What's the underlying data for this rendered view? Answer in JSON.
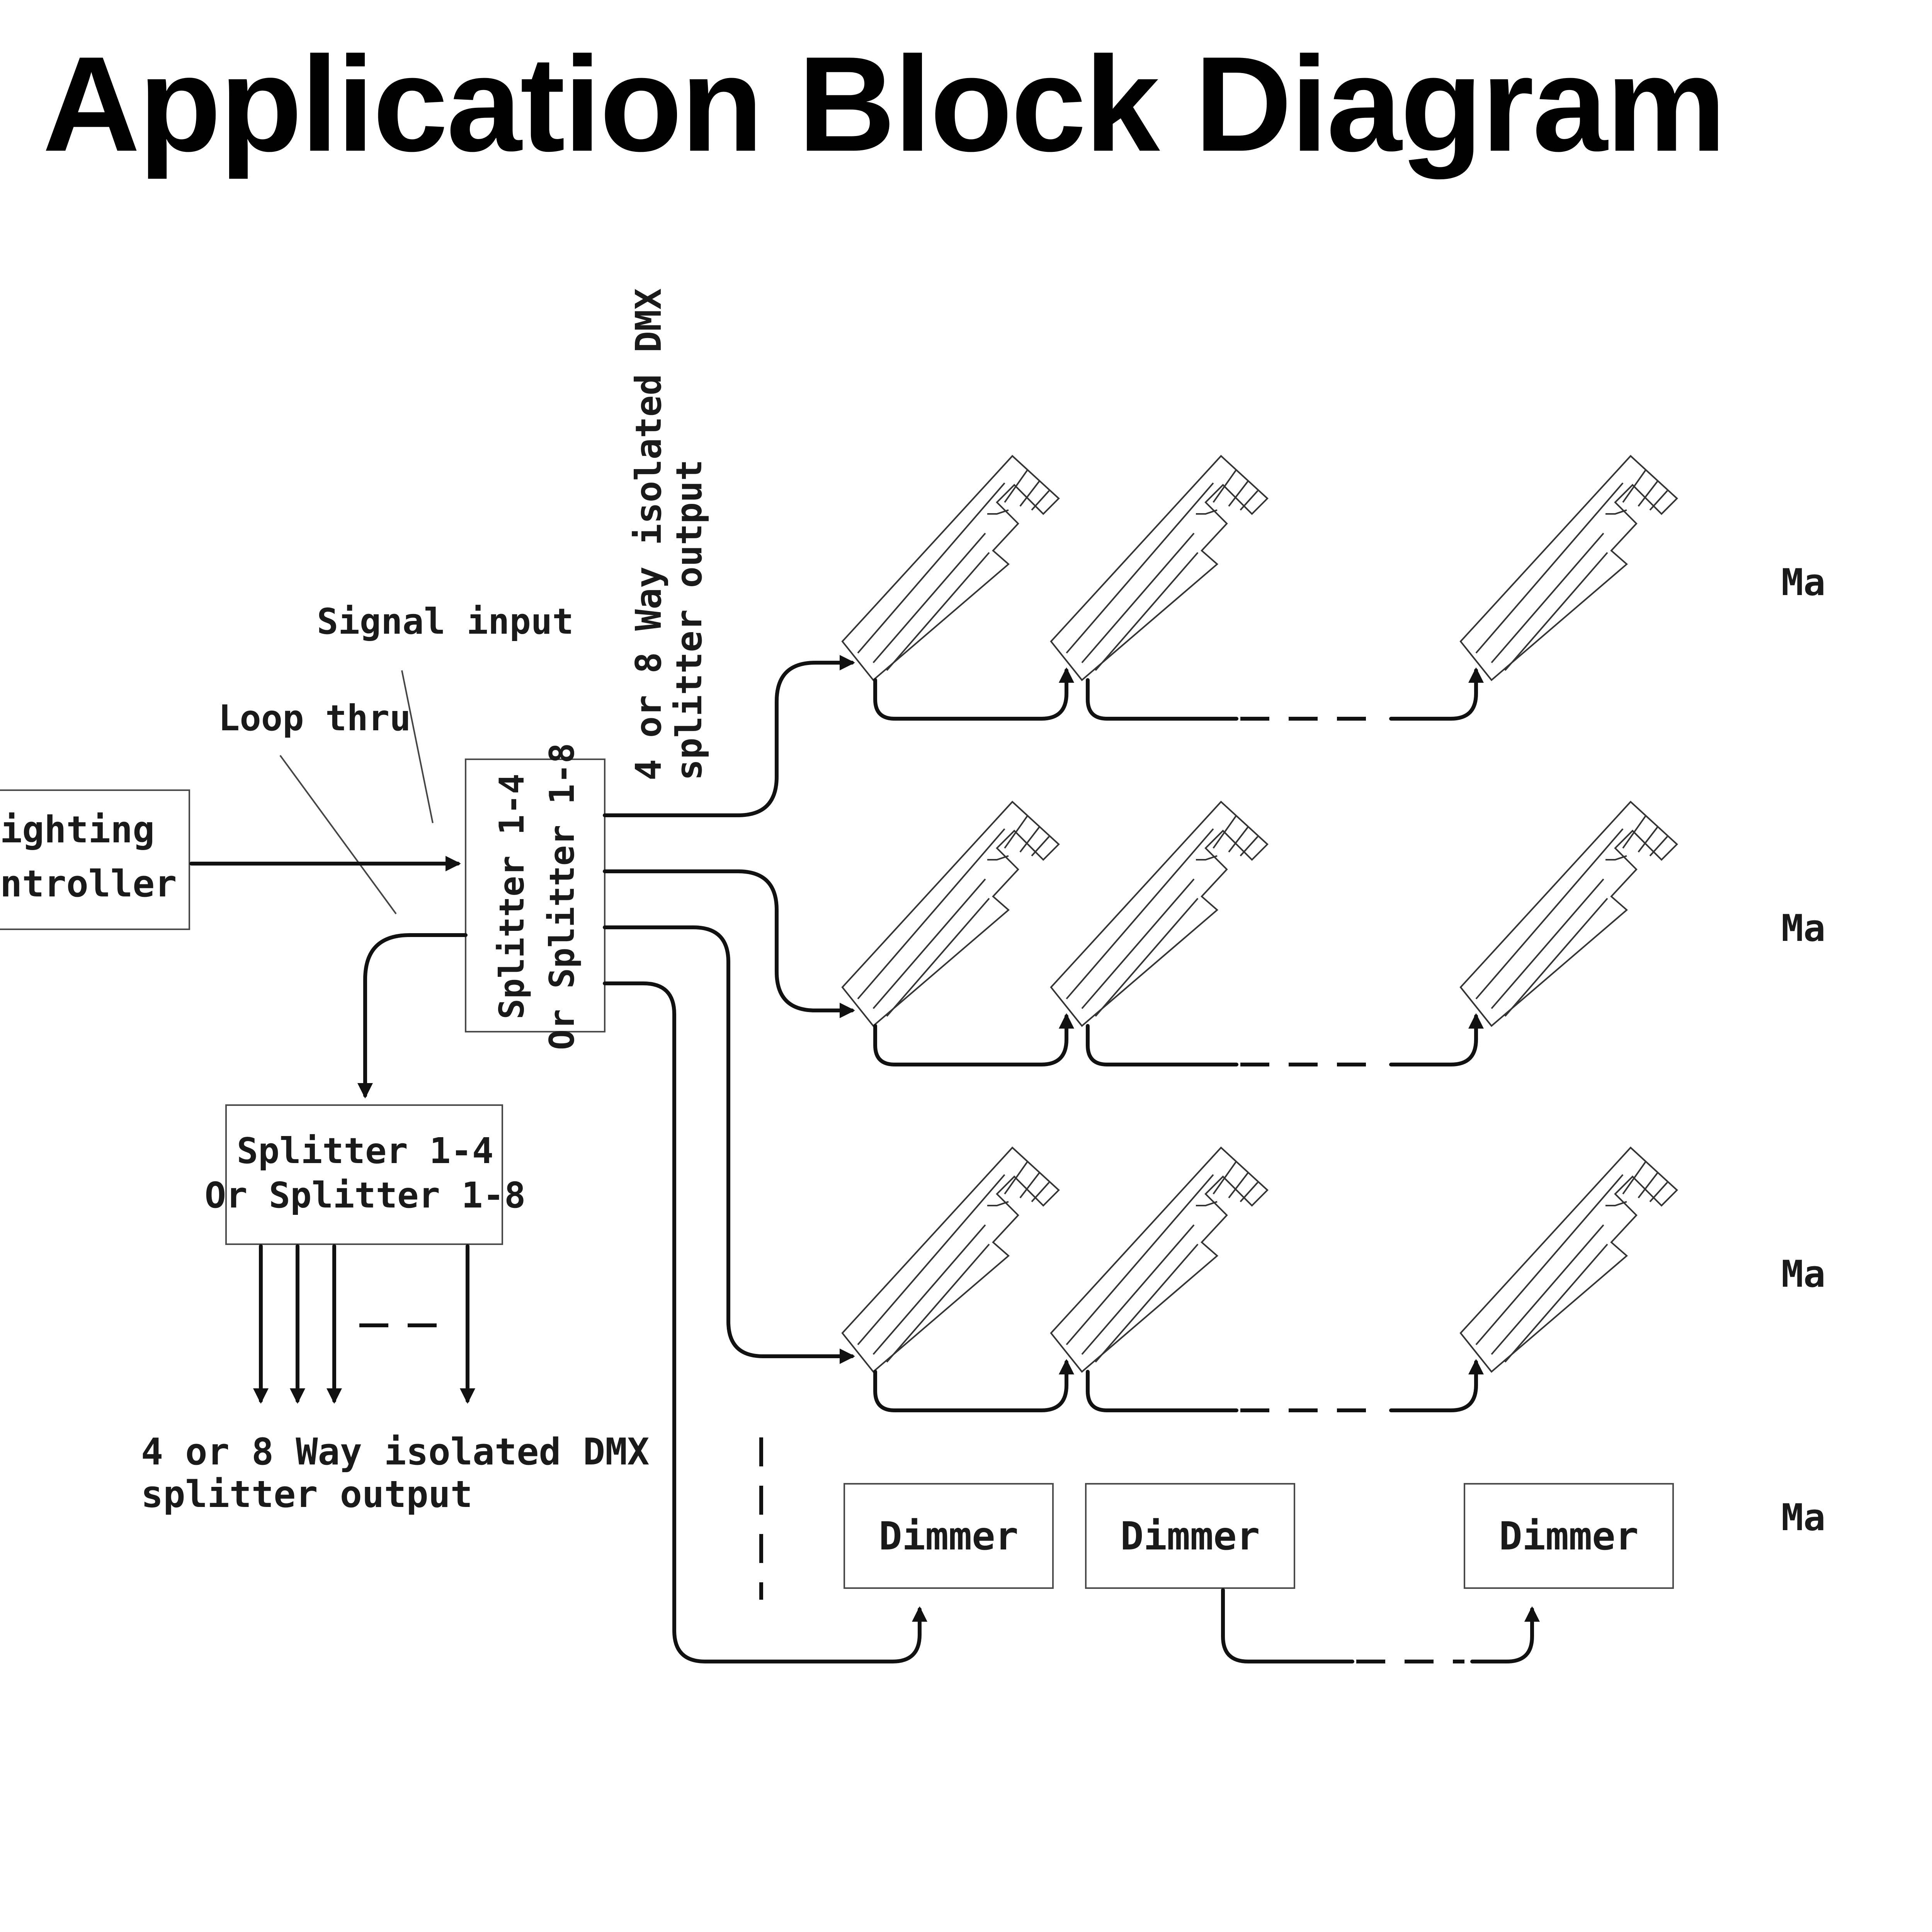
{
  "title": "Application Block Diagram",
  "labels": {
    "controller_line1": "ighting",
    "controller_line2": "ntroller",
    "signal_input": "Signal input",
    "loop_thru": "Loop thru",
    "main_splitter_line1": "Splitter 1-4",
    "main_splitter_line2": "Or Splitter 1-8",
    "top_output_line1": "4 or 8 Way isolated DMX",
    "top_output_line2": "splitter output",
    "sub_splitter_line1": "Splitter 1-4",
    "sub_splitter_line2": "Or Splitter 1-8",
    "bottom_output_line1": "4 or 8 Way isolated DMX",
    "bottom_output_line2": "splitter output"
  },
  "dimmers": [
    "Dimmer",
    "Dimmer",
    "Dimmer"
  ],
  "row_labels": [
    "Ma",
    "Ma",
    "Ma",
    "Ma"
  ],
  "fixtures_per_row": 3
}
